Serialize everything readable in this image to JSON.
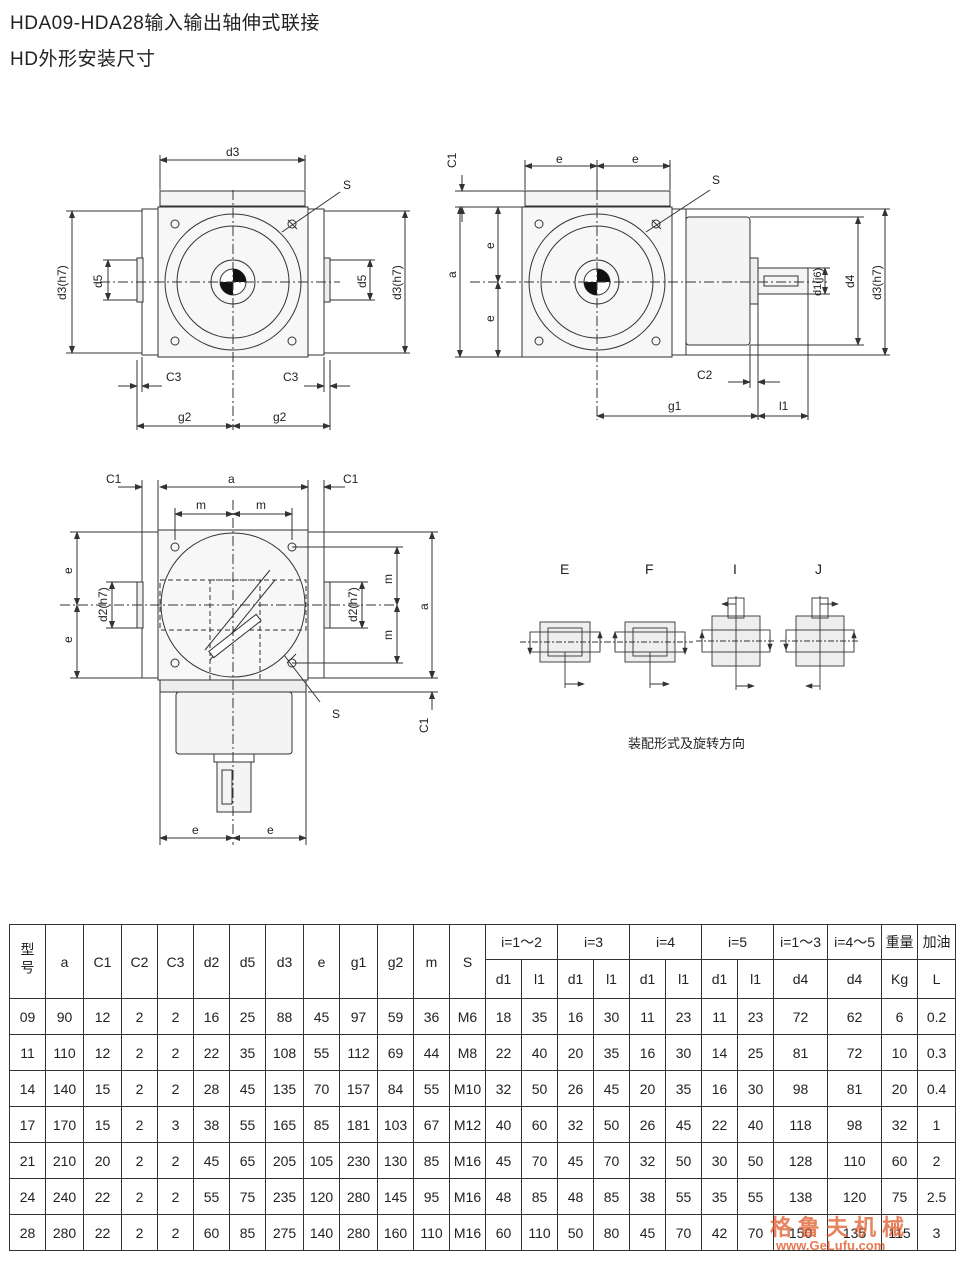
{
  "title_line1": "HDA09-HDA28输入输出轴伸式联接",
  "title_line2": "HD外形安装尺寸",
  "caption": "装配形式及旋转方向",
  "labels": {
    "d3": "d3",
    "d3h7": "d3(h7)",
    "d5": "d5",
    "s": "S",
    "c3": "C3",
    "g2": "g2",
    "c1": "C1",
    "e": "e",
    "a": "a",
    "c2": "C2",
    "g1": "g1",
    "l1": "l1",
    "d1j6": "d1(j6)",
    "d4": "d4",
    "m": "m",
    "d2h7": "d2(h7)"
  },
  "assembly_forms": [
    "E",
    "F",
    "I",
    "J"
  ],
  "table": {
    "header_row1": {
      "model": "型号",
      "a": "a",
      "c1": "C1",
      "c2": "C2",
      "c3": "C3",
      "d2": "d2",
      "d5": "d5",
      "d3": "d3",
      "e": "e",
      "g1": "g1",
      "g2": "g2",
      "m": "m",
      "s": "S",
      "i12": "i=1～2",
      "i3": "i=3",
      "i4": "i=4",
      "i5": "i=5",
      "i13": "i=1～3",
      "i45": "i=4～5",
      "weight": "重量",
      "oil": "加油"
    },
    "header_row2": {
      "d1a": "d1",
      "l1a": "l1",
      "d1b": "d1",
      "l1b": "l1",
      "d1c": "d1",
      "l1c": "l1",
      "d1d": "d1",
      "l1d": "l1",
      "d4a": "d4",
      "d4b": "d4",
      "kg": "Kg",
      "L": "L"
    },
    "rows": [
      [
        "09",
        "90",
        "12",
        "2",
        "2",
        "16",
        "25",
        "88",
        "45",
        "97",
        "59",
        "36",
        "M6",
        "18",
        "35",
        "16",
        "30",
        "11",
        "23",
        "11",
        "23",
        "72",
        "62",
        "6",
        "0.2"
      ],
      [
        "11",
        "110",
        "12",
        "2",
        "2",
        "22",
        "35",
        "108",
        "55",
        "112",
        "69",
        "44",
        "M8",
        "22",
        "40",
        "20",
        "35",
        "16",
        "30",
        "14",
        "25",
        "81",
        "72",
        "10",
        "0.3"
      ],
      [
        "14",
        "140",
        "15",
        "2",
        "2",
        "28",
        "45",
        "135",
        "70",
        "157",
        "84",
        "55",
        "M10",
        "32",
        "50",
        "26",
        "45",
        "20",
        "35",
        "16",
        "30",
        "98",
        "81",
        "20",
        "0.4"
      ],
      [
        "17",
        "170",
        "15",
        "2",
        "3",
        "38",
        "55",
        "165",
        "85",
        "181",
        "103",
        "67",
        "M12",
        "40",
        "60",
        "32",
        "50",
        "26",
        "45",
        "22",
        "40",
        "118",
        "98",
        "32",
        "1"
      ],
      [
        "21",
        "210",
        "20",
        "2",
        "2",
        "45",
        "65",
        "205",
        "105",
        "230",
        "130",
        "85",
        "M16",
        "45",
        "70",
        "45",
        "70",
        "32",
        "50",
        "30",
        "50",
        "128",
        "110",
        "60",
        "2"
      ],
      [
        "24",
        "240",
        "22",
        "2",
        "2",
        "55",
        "75",
        "235",
        "120",
        "280",
        "145",
        "95",
        "M16",
        "48",
        "85",
        "48",
        "85",
        "38",
        "55",
        "35",
        "55",
        "138",
        "120",
        "75",
        "2.5"
      ],
      [
        "28",
        "280",
        "22",
        "2",
        "2",
        "60",
        "85",
        "275",
        "140",
        "280",
        "160",
        "110",
        "M16",
        "60",
        "110",
        "50",
        "80",
        "45",
        "70",
        "42",
        "70",
        "150",
        "135",
        "115",
        "3"
      ]
    ]
  },
  "watermark": {
    "name": "格鲁夫机械",
    "url": "www.GeLufu.com"
  }
}
